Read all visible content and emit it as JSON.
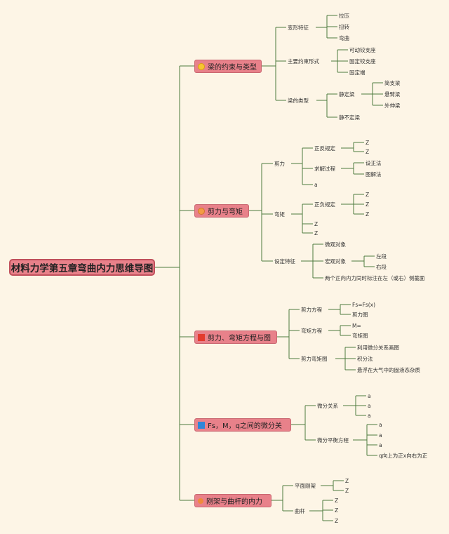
{
  "root": {
    "title": "材料力学第五章弯曲内力思维导图"
  },
  "branches": [
    {
      "label": "梁的约束与类型",
      "icon": "smile-icon",
      "children": [
        {
          "label": "变形特征",
          "children": [
            "拉压",
            "扭转",
            "弯曲"
          ]
        },
        {
          "label": "主要约束形式",
          "children": [
            "可动铰支座",
            "固定铰支座",
            "固定端"
          ]
        },
        {
          "label": "梁的类型",
          "children": [
            {
              "label": "静定梁",
              "children": [
                "简支梁",
                "悬臂梁",
                "外伸梁"
              ]
            },
            {
              "label": "静不定梁"
            }
          ]
        }
      ]
    },
    {
      "label": "剪力与弯矩",
      "icon": "warning-icon",
      "children": [
        {
          "label": "剪力",
          "children": [
            {
              "label": "正反规定",
              "children": [
                "Z",
                "Z"
              ]
            },
            {
              "label": "求解过程",
              "children": [
                "设正法",
                "图解法"
              ]
            },
            {
              "label": "a"
            }
          ]
        },
        {
          "label": "弯矩",
          "children": [
            {
              "label": "正负规定",
              "children": [
                "Z",
                "Z",
                "Z"
              ]
            },
            {
              "label": "Z"
            },
            {
              "label": "Z"
            }
          ]
        },
        {
          "label": "设定特征",
          "children": [
            {
              "label": "微观对象"
            },
            {
              "label": "宏观对象",
              "children": [
                "左段",
                "右段"
              ]
            },
            {
              "label": "两个正向内力同时标注在左（或右）侧截面"
            }
          ]
        }
      ]
    },
    {
      "label": "剪力、弯矩方程与图",
      "icon": "flag-icon",
      "children": [
        {
          "label": "剪力方程",
          "children": [
            "Fs=Fs(x)",
            "剪力图"
          ]
        },
        {
          "label": "弯矩方程",
          "children": [
            "M=",
            "弯矩图"
          ]
        },
        {
          "label": "剪力弯矩图",
          "children": [
            "利用微分关系画图",
            "积分法",
            "悬浮在大气中的固液态杂质"
          ]
        }
      ]
    },
    {
      "label": "Fs，M，q之间的微分关",
      "icon": "blue-square-icon",
      "children": [
        {
          "label": "微分关系",
          "children": [
            "a",
            "a",
            "a"
          ]
        },
        {
          "label": "微分平衡方程",
          "children": [
            "a",
            "a",
            "a",
            "q向上为正x向右为正"
          ]
        }
      ]
    },
    {
      "label": "刚架与曲杆的内力",
      "icon": "orange-dot-icon",
      "children": [
        {
          "label": "平面刚架",
          "children": [
            "Z",
            "Z"
          ]
        },
        {
          "label": "曲杆",
          "children": [
            "Z",
            "Z",
            "Z"
          ]
        }
      ]
    }
  ],
  "colors": {
    "background": "#fdf5e6",
    "node_fill": "#e8818a",
    "line": "#4d7a3e"
  }
}
